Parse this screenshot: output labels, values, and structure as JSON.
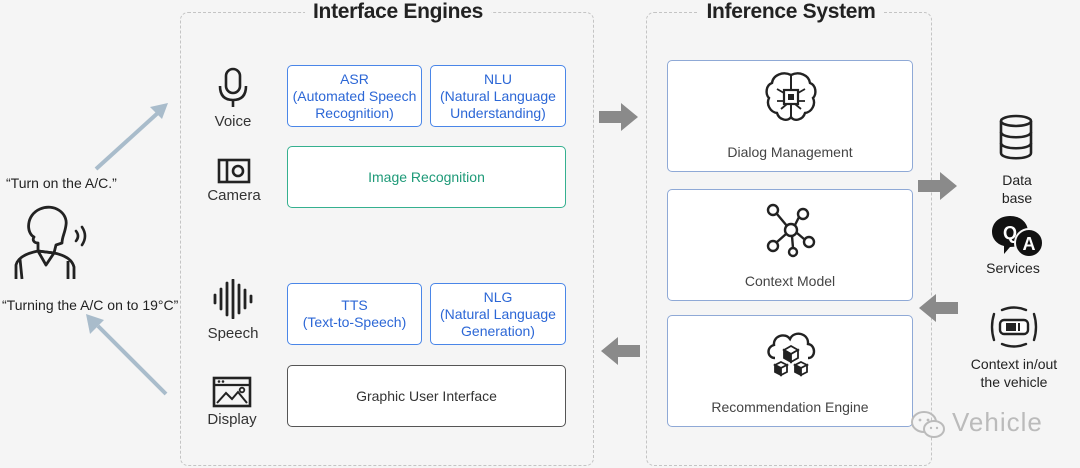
{
  "interface": {
    "title": "Interface Engines",
    "inputs": {
      "voice": "Voice",
      "camera": "Camera",
      "speech": "Speech",
      "display": "Display"
    },
    "asr": "ASR\n(Automated Speech\nRecognition)",
    "nlu": "NLU\n(Natural Language\nUnderstanding)",
    "image_recognition": "Image Recognition",
    "tts": "TTS\n(Text-to-Speech)",
    "nlg": "NLG\n(Natural Language\nGeneration)",
    "gui": "Graphic User Interface"
  },
  "inference": {
    "title": "Inference System",
    "dialog": "Dialog Management",
    "context": "Context Model",
    "recommendation": "Recommendation Engine"
  },
  "user": {
    "quote_in": "“Turn on the A/C.”",
    "quote_out": "“Turning the A/C on to 19°C”"
  },
  "resources": {
    "database": "Data base",
    "services": "Services",
    "context_vehicle": "Context in/out\nthe vehicle"
  },
  "watermark": "Vehicle",
  "colors": {
    "blue": "#4a86e8",
    "teal": "#35b08f",
    "grey_arrow": "#8a8a8a",
    "light_arrow": "#a9bccb"
  }
}
